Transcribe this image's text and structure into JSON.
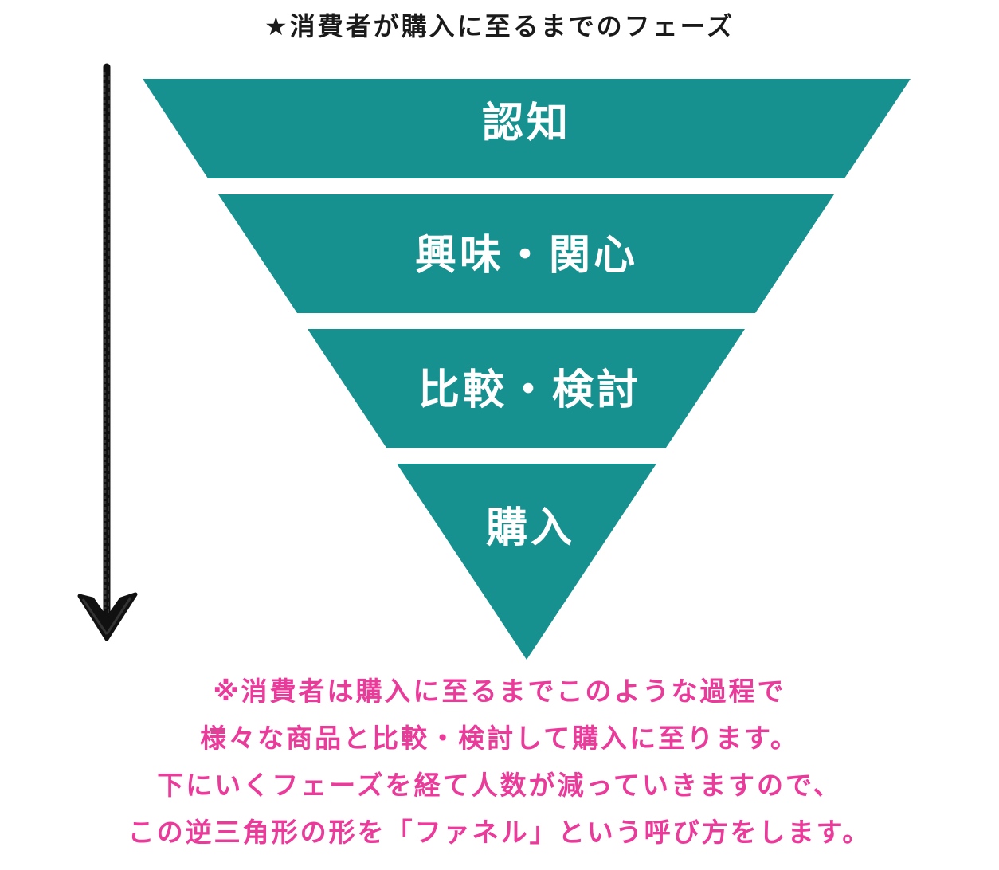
{
  "title": "★消費者が購入に至るまでのフェーズ",
  "colors": {
    "funnel": "#17918f",
    "label": "#ffffff",
    "note": "#ea3a9a",
    "arrow": "#111111"
  },
  "stages": [
    {
      "label": "認知"
    },
    {
      "label": "興味・関心"
    },
    {
      "label": "比較・検討"
    },
    {
      "label": "購入"
    }
  ],
  "note_lines": [
    "※消費者は購入に至るまでこのような過程で",
    "様々な商品と比較・検討して購入に至ります。",
    "下にいくフェーズを経て人数が減っていきますので、",
    "この逆三角形の形を「ファネル」という呼び方をします。"
  ]
}
